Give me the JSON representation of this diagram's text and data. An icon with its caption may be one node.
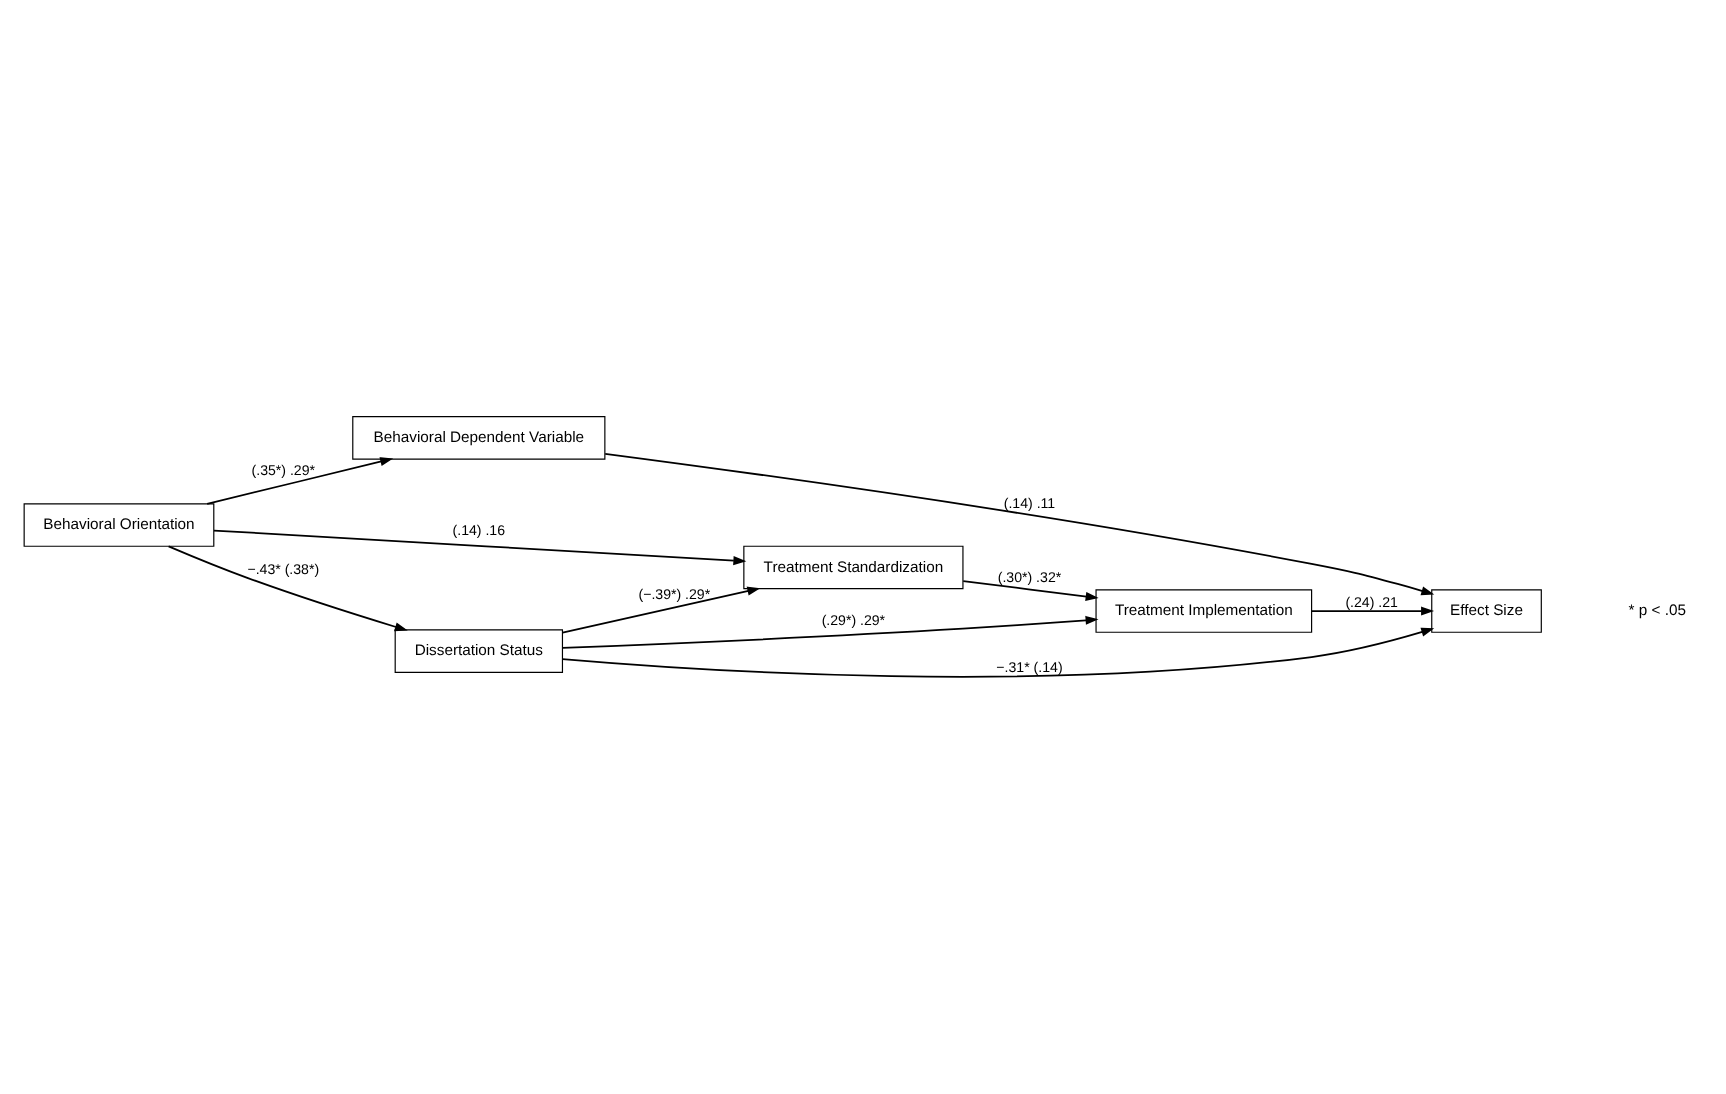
{
  "diagram": {
    "nodes": [
      {
        "text": [
          "Behavioral Dependent Variable"
        ]
      },
      {
        "text": [
          "Behavioral Orientation"
        ]
      },
      {
        "text": [
          "Treatment Standardization"
        ]
      },
      {
        "text": [
          "Treatment Implementation"
        ]
      },
      {
        "text": [
          "Effect Size"
        ]
      },
      {
        "text": [
          "Dissertation Status"
        ]
      }
    ],
    "edges": [
      {
        "from": 1,
        "to": 0,
        "arrow": "to",
        "label": "(.35*) .29*"
      },
      {
        "from": 0,
        "to": 4,
        "arrow": "to",
        "label": "(.14) .11"
      },
      {
        "from": 1,
        "to": 2,
        "arrow": "to",
        "label": "(.14) .16"
      },
      {
        "from": 2,
        "to": 3,
        "arrow": "to",
        "label": "(.30*) .32*"
      },
      {
        "from": 3,
        "to": 4,
        "arrow": "to",
        "label": "(.24) .21"
      },
      {
        "from": 1,
        "to": 5,
        "arrow": "to",
        "label": "−.43* (.38*)"
      },
      {
        "from": 5,
        "to": 2,
        "arrow": "to",
        "label": "(−.39*) .29*"
      },
      {
        "from": 5,
        "to": 3,
        "arrow": "to",
        "label": "(.29*) .29*"
      },
      {
        "from": 5,
        "to": 4,
        "arrow": "to",
        "label": "−.31* (.14)"
      }
    ],
    "labels": [
      "* p < .05"
    ]
  }
}
